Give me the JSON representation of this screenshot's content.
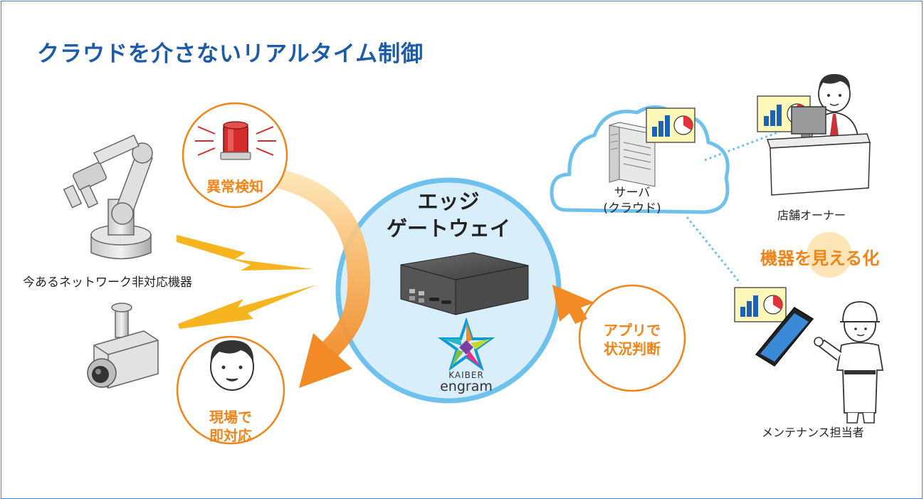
{
  "title": "クラウドを介さないリアルタイム制御",
  "center": {
    "title_line1": "エッジ",
    "title_line2": "ゲートウェイ",
    "brand_top": "KAIBER",
    "brand_bottom": "engram"
  },
  "left": {
    "anomaly": "異常検知",
    "devices_label": "今あるネットワーク非対応機器",
    "onsite_line1": "現場で",
    "onsite_line2": "即対応"
  },
  "app": {
    "line1": "アプリで",
    "line2": "状況判断"
  },
  "cloud": {
    "line1": "サーバ",
    "line2": "(クラウド)"
  },
  "right": {
    "owner": "店舗オーナー",
    "visualize": "機器を見える化",
    "maintenance": "メンテナンス担当者"
  },
  "colors": {
    "title": "#1d5aa8",
    "accent": "#f08419",
    "circle_fill": "#d8eefb",
    "circle_stroke": "#6ec1ec",
    "lightning": "#f6b51e"
  }
}
